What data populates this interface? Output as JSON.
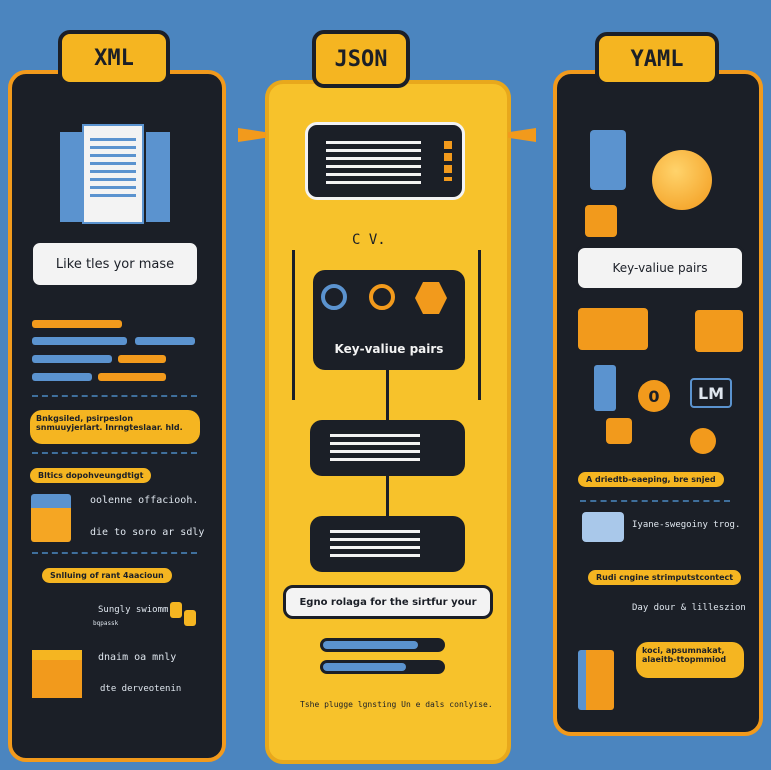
{
  "colors": {
    "background": "#4b85bf",
    "panel_dark": "#1b1f27",
    "accent_orange": "#f29a1c",
    "accent_yellow": "#f7c22b",
    "accent_blue": "#5b93cf"
  },
  "xml": {
    "tab": "XML",
    "caption": "Like tles yor mase",
    "note_line1": "Bnkgsiled, psirpeslon",
    "note_line2": "snmuuyjerlart. Inrngteslaar. hld.",
    "section1": "Bltics dopohveungdtigt",
    "item1": "oolenne offaciooh.",
    "item2": "die to soro ar sdly",
    "section2": "Snlluing of rant 4aacioun",
    "item3": "Sungly swiomm",
    "item3_sub": "bqpassk",
    "item4": "dnaim oa mnly",
    "item5": "dte derveotenin"
  },
  "json": {
    "tab": "JSON",
    "symbols": "C  V.",
    "caption": "Key-valiue pairs",
    "footer_title": "Egno rolaga for the sirtfur your",
    "footer_note": "Tshe plugge lgnsting Un e dals conlyise."
  },
  "yaml": {
    "tab": "YAML",
    "caption": "Key-valiue pairs",
    "node_label": "LM",
    "node_zero": "0",
    "section1": "A driedtb-eaeping, bre snjed",
    "item1": "Iyane-swegoiny trog.",
    "section2": "Rudi cngine strimputstcontect",
    "item2": "Day dour & lilleszion",
    "note_line1": "koci, apsumnakat,",
    "note_line2": "alaeitb-ttopmmiod"
  }
}
